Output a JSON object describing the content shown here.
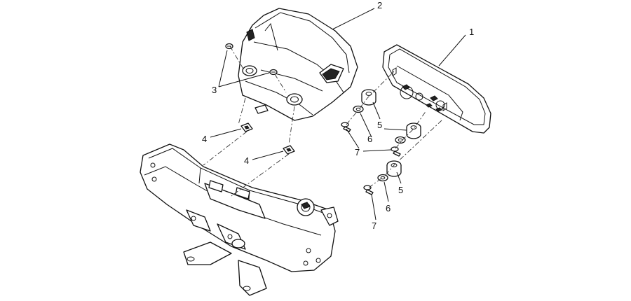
{
  "callouts": [
    {
      "id": "c1",
      "label": "1"
    },
    {
      "id": "c2",
      "label": "2"
    },
    {
      "id": "c3",
      "label": "3"
    },
    {
      "id": "c4a",
      "label": "4"
    },
    {
      "id": "c4b",
      "label": "4"
    },
    {
      "id": "c5a",
      "label": "5"
    },
    {
      "id": "c5b",
      "label": "5"
    },
    {
      "id": "c6a",
      "label": "6"
    },
    {
      "id": "c6b",
      "label": "6"
    },
    {
      "id": "c7a",
      "label": "7"
    },
    {
      "id": "c7b",
      "label": "7"
    }
  ]
}
